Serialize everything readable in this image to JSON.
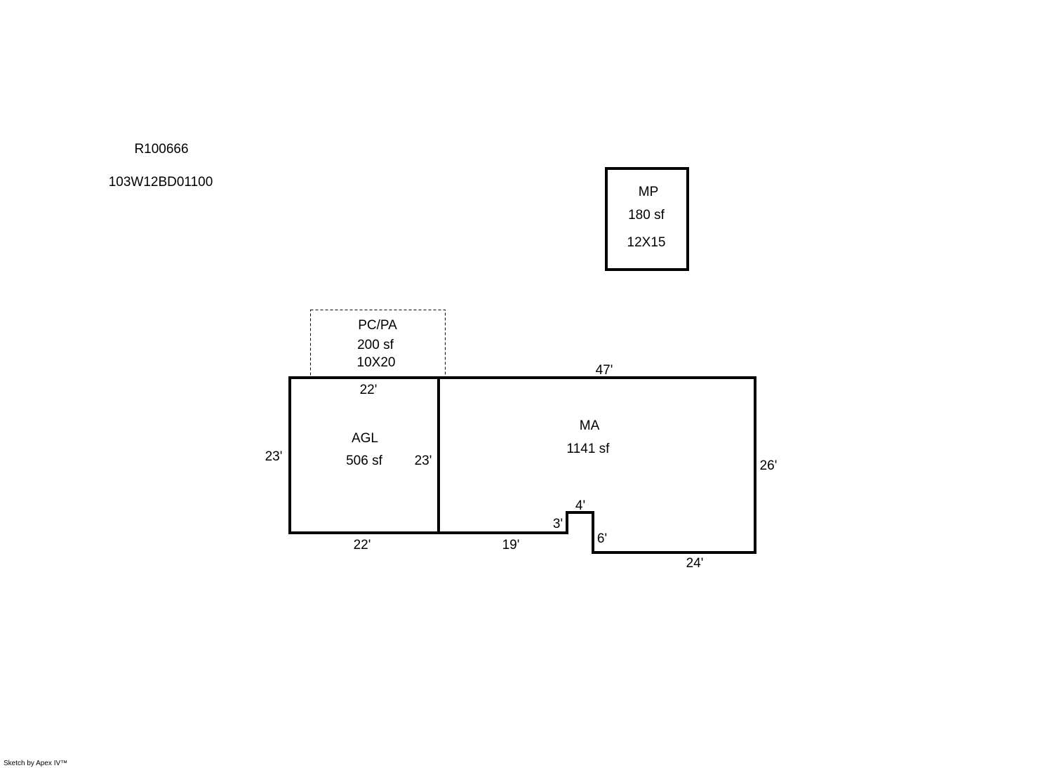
{
  "parcel": {
    "account_id": "R100666",
    "map_tax_lot": "103W12BD01100"
  },
  "areas": {
    "mp": {
      "code": "MP",
      "area": "180 sf",
      "dims": "12X15"
    },
    "pcpa": {
      "code": "PC/PA",
      "area": "200 sf",
      "dims": "10X20"
    },
    "agl": {
      "code": "AGL",
      "area": "506 sf"
    },
    "ma": {
      "code": "MA",
      "area": "1141 sf"
    }
  },
  "dimensions": {
    "agl_top": "22'",
    "agl_bottom": "22'",
    "agl_left": "23'",
    "agl_right": "23'",
    "ma_top": "47'",
    "ma_right": "26'",
    "ma_bottom_left": "19'",
    "notch_rise": "3'",
    "notch_top": "4'",
    "notch_drop": "6'",
    "ma_bottom_right": "24'"
  },
  "footer": {
    "credit": "Sketch by Apex IV™"
  }
}
